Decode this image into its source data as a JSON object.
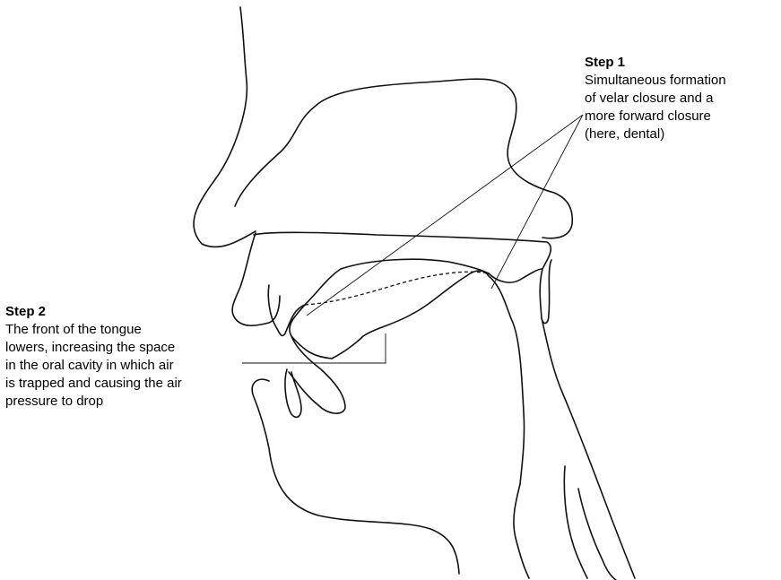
{
  "annotations": {
    "step1": {
      "title": "Step 1",
      "body": "Simultaneous formation\nof velar closure and a\nmore forward closure\n(here, dental)"
    },
    "step2": {
      "title": "Step 2",
      "body": "The front of the tongue\nlowers, increasing the space\nin the oral cavity in which air\nis trapped and causing the air\npressure to drop"
    }
  }
}
